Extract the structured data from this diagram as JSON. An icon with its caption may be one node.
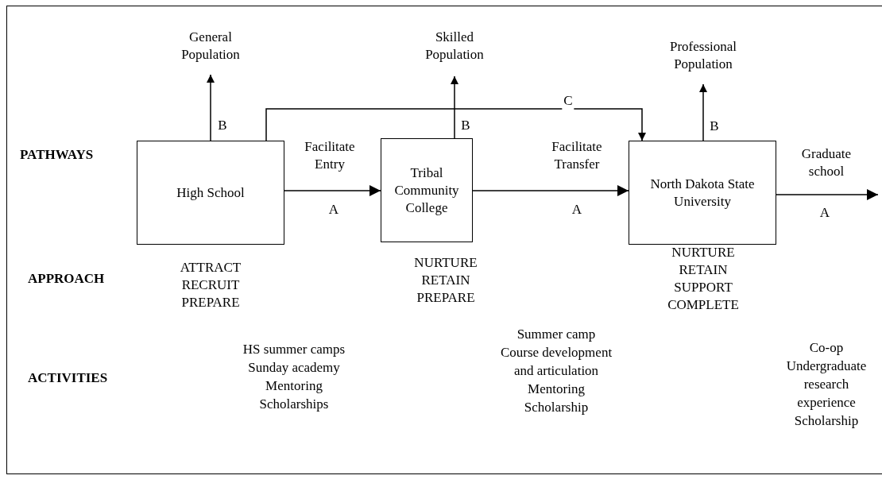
{
  "diagram": {
    "nodes": [
      {
        "text": [
          "High School"
        ]
      },
      {
        "text": [
          "Tribal Community College"
        ]
      },
      {
        "text": [
          "North Dakota State University"
        ]
      },
      {
        "text": [
          "General Population"
        ]
      },
      {
        "text": [
          "Skilled Population"
        ]
      },
      {
        "text": [
          "Professional Population"
        ]
      }
    ],
    "edges": [
      {
        "from": 0,
        "to": 1,
        "arrow": "to",
        "label": "A"
      },
      {
        "from": 1,
        "to": 2,
        "arrow": "to",
        "label": "A"
      },
      {
        "from": 2,
        "to": null,
        "arrow": "to",
        "label": "A"
      },
      {
        "from": 0,
        "to": 3,
        "arrow": "to",
        "label": "B"
      },
      {
        "from": 1,
        "to": 4,
        "arrow": "to",
        "label": "B"
      },
      {
        "from": 2,
        "to": 5,
        "arrow": "to",
        "label": "B"
      },
      {
        "from": 0,
        "to": 2,
        "arrow": "to",
        "label": "C"
      }
    ],
    "labels": [
      "PATHWAYS",
      "Facilitate Entry",
      "Facilitate Transfer",
      "Graduate school",
      "APPROACH",
      "ATTRACT RECRUIT PREPARE",
      "NURTURE RETAIN PREPARE",
      "NURTURE RETAIN SUPPORT COMPLETE",
      "ACTIVITIES",
      "HS summer camps",
      "Sunday academy",
      "Mentoring",
      "Scholarships",
      "Summer camp",
      "Course development",
      "and articulation",
      "Mentoring",
      "Scholarship",
      "Co-op",
      "Undergraduate",
      "research",
      "experience",
      "Scholarship"
    ]
  }
}
